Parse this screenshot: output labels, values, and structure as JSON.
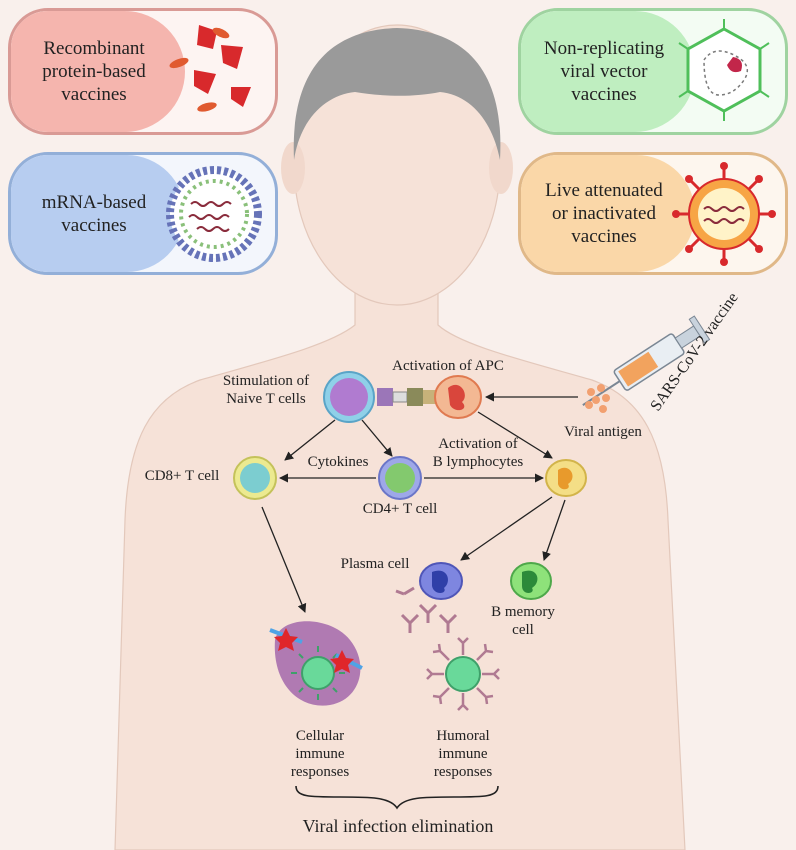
{
  "vaccine_types": {
    "recombinant": "Recombinant\nprotein-based\nvaccines",
    "mrna": "mRNA-based\nvaccines",
    "viral_vector": "Non-replicating\nviral vector\nvaccines",
    "live_attenuated": "Live attenuated\nor inactivated\nvaccines"
  },
  "syringe_label": "SARS-CoV-2 vaccine",
  "pathway": {
    "activation_apc": "Activation of APC",
    "stimulation_naive": "Stimulation of\nNaive T cells",
    "viral_antigen": "Viral antigen",
    "cd8": "CD8+ T cell",
    "cytokines": "Cytokines",
    "cd4": "CD4+ T cell",
    "activation_b": "Activation of\nB lymphocytes",
    "plasma": "Plasma cell",
    "b_memory": "B memory\ncell",
    "cellular": "Cellular\nimmune\nresponses",
    "humoral": "Humoral\nimmune\nresponses",
    "elimination": "Viral infection elimination"
  },
  "colors": {
    "recombinant": "#f5b5ae",
    "mrna": "#b7cdf0",
    "viral_vector": "#bfeec0",
    "live_attenuated": "#fad7a8",
    "skin": "#f6e2d8",
    "hair": "#9a9a9a"
  }
}
